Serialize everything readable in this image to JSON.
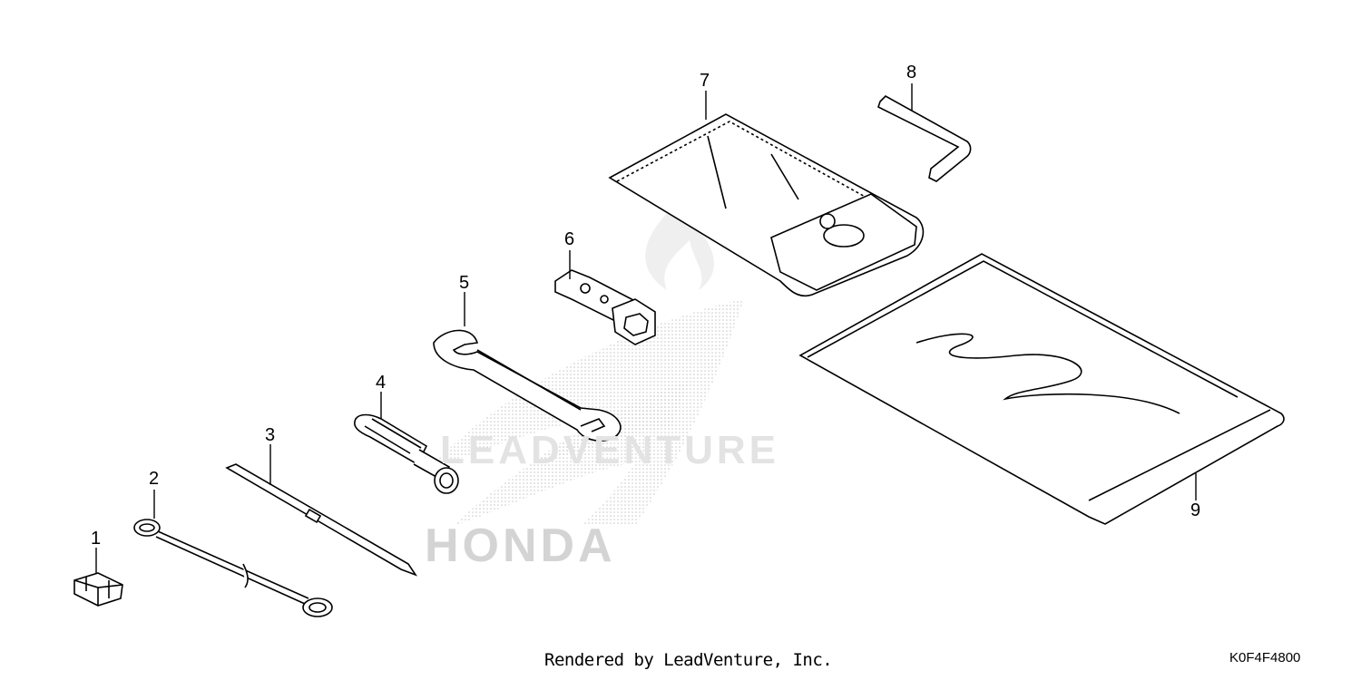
{
  "parts": [
    {
      "ref": "1"
    },
    {
      "ref": "2"
    },
    {
      "ref": "3"
    },
    {
      "ref": "4"
    },
    {
      "ref": "5"
    },
    {
      "ref": "6"
    },
    {
      "ref": "7"
    },
    {
      "ref": "8"
    },
    {
      "ref": "9"
    }
  ],
  "watermark": {
    "brand": "HONDA",
    "company": "LEADVENTURE",
    "color": "#d9d9d9"
  },
  "footer": {
    "credit": "Rendered by LeadVenture, Inc.",
    "diagram_code": "K0F4F4800"
  }
}
